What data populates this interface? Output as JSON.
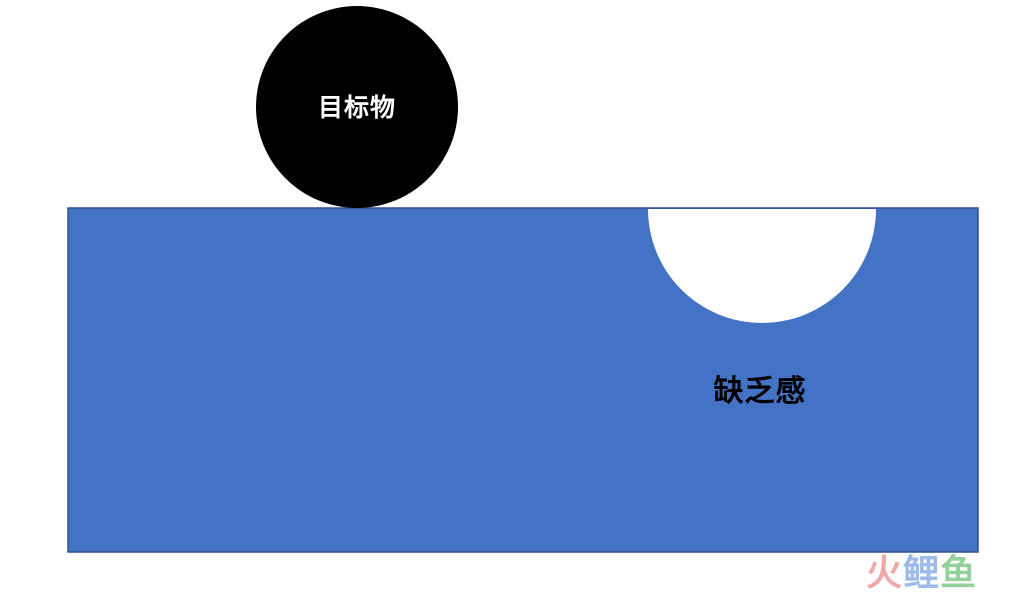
{
  "diagram": {
    "target_object_label": "目标物",
    "lack_label": "缺乏感"
  },
  "colors": {
    "rectangle_fill": "#4472C4",
    "rectangle_stroke": "#2F528F",
    "target_circle_fill": "#000000",
    "notch_fill": "#FFFFFF",
    "target_text": "#FFFFFF",
    "lack_text": "#000000"
  },
  "watermark": {
    "char_1": "火",
    "char_2": "鲤",
    "char_3": "鱼"
  }
}
